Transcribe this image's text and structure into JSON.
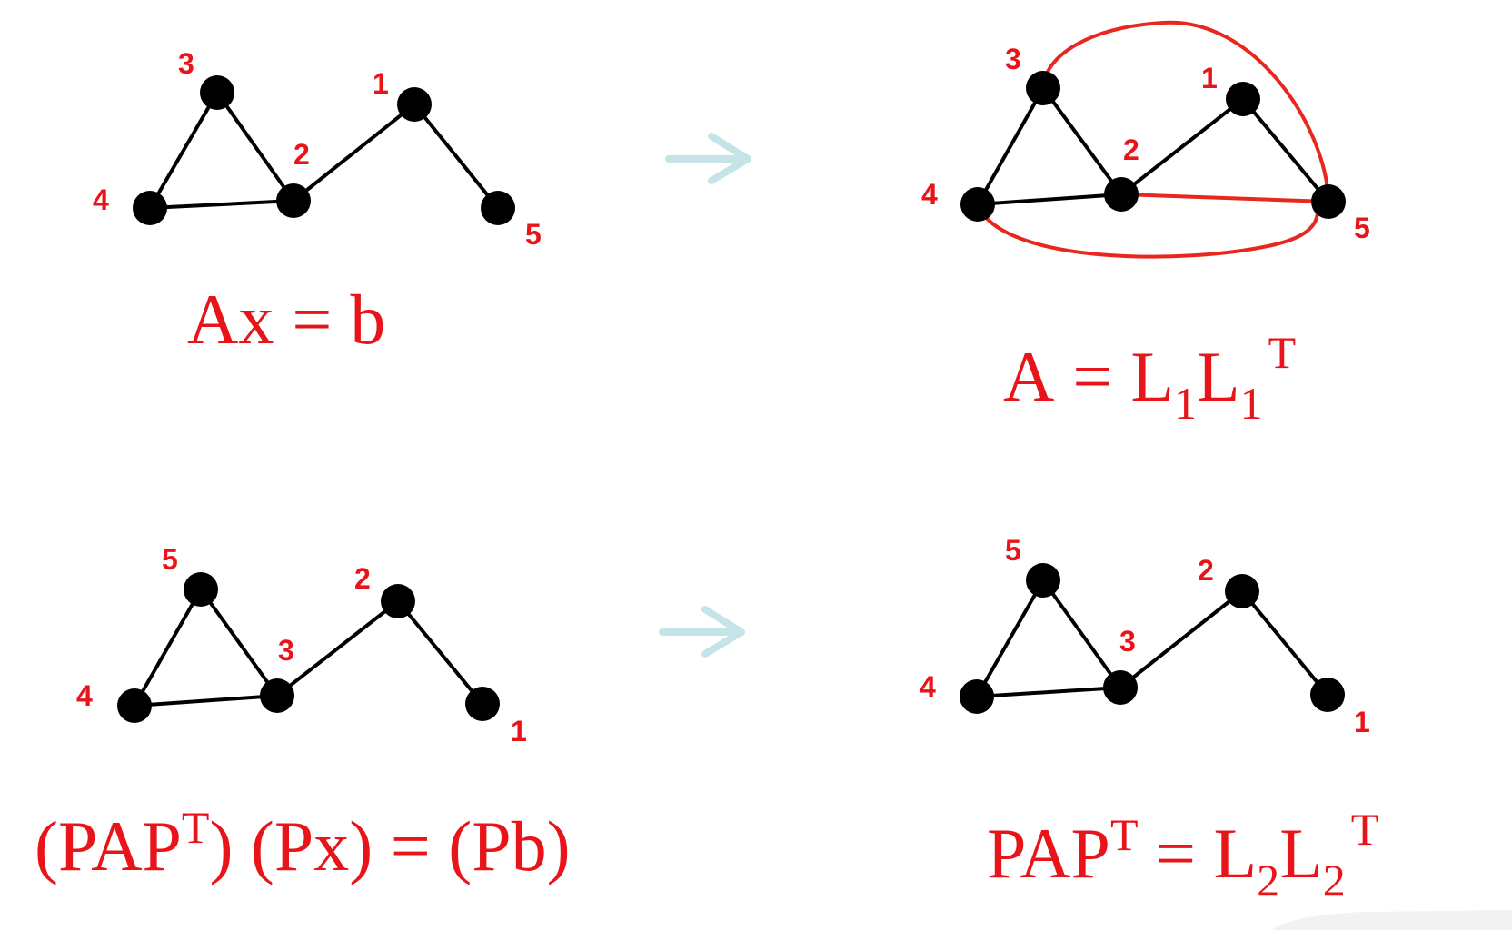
{
  "graphs": {
    "top_left": {
      "labels": [
        "3",
        "1",
        "2",
        "4",
        "5"
      ],
      "equation": {
        "lhs": "Ax",
        "op": "=",
        "rhs": "b"
      }
    },
    "top_right": {
      "labels": [
        "3",
        "1",
        "2",
        "4",
        "5"
      ],
      "equation": {
        "a": "A",
        "op": "=",
        "l1": "L",
        "s1": "1",
        "l2": "L",
        "s2": "1",
        "t": "T"
      }
    },
    "bottom_left": {
      "labels": [
        "5",
        "2",
        "3",
        "4",
        "1"
      ],
      "equation": {
        "p1": "(PAP",
        "t": "T",
        "p2": ") (Px) = (Pb)"
      }
    },
    "bottom_right": {
      "labels": [
        "5",
        "2",
        "3",
        "4",
        "1"
      ],
      "equation": {
        "a": "PAP",
        "t1": "T",
        "op": " = ",
        "l1": "L",
        "s1": "2",
        "l2": "L",
        "s2": "2",
        "t2": "T"
      }
    }
  },
  "colors": {
    "label": "#e8141a",
    "fill_edge": "#e8281e",
    "arrow": "#c4e4e8",
    "node": "#000000"
  }
}
